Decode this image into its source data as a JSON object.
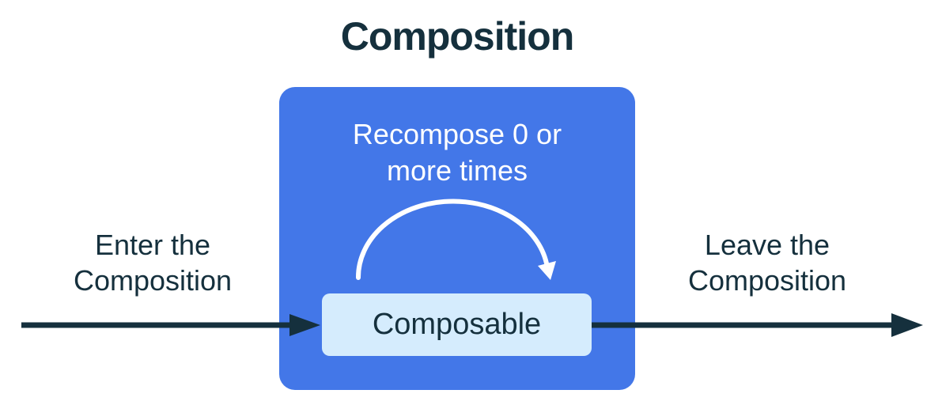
{
  "diagram": {
    "title": "Composition",
    "composition_box": {
      "recompose_label": "Recompose 0 or\nmore times",
      "composable_label": "Composable"
    },
    "enter_label": "Enter the\nComposition",
    "leave_label": "Leave the\nComposition",
    "colors": {
      "background": "#ffffff",
      "composition_box_blue": "#4377e8",
      "composable_box_light_blue": "#d5ecfd",
      "dark_navy": "#15303d",
      "white": "#ffffff"
    },
    "icons": {
      "enter_arrow": "right-arrow",
      "leave_arrow": "right-arrow",
      "recompose_loop": "clockwise-arc-arrow"
    }
  }
}
